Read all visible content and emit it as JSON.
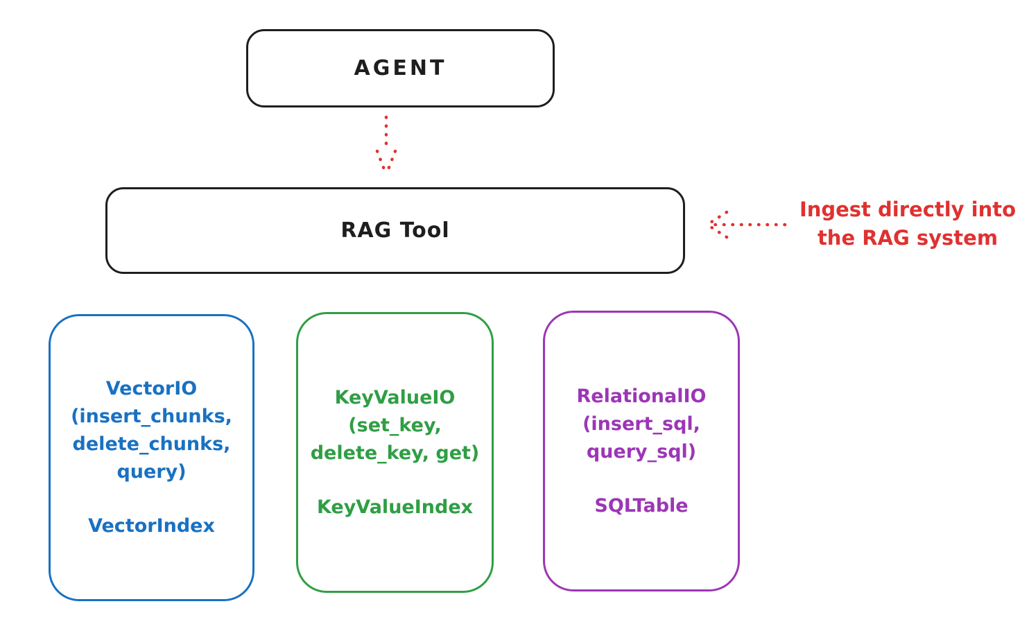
{
  "colors": {
    "stroke_black": "#1e1e1e",
    "arrow_red": "#e03131",
    "vector_blue": "#1971c2",
    "keyvalue_green": "#2f9e44",
    "relational_purple": "#9c36b5",
    "background": "#ffffff"
  },
  "nodes": {
    "agent": {
      "label": "AGENT"
    },
    "rag_tool": {
      "label": "RAG Tool"
    },
    "vector_io": {
      "lines": [
        "VectorIO",
        "(insert_chunks,",
        "delete_chunks,",
        "query)"
      ],
      "index_label": "VectorIndex",
      "color": "#1971c2"
    },
    "key_value_io": {
      "lines": [
        "KeyValueIO",
        "(set_key,",
        "delete_key, get)"
      ],
      "index_label": "KeyValueIndex",
      "color": "#2f9e44"
    },
    "relational_io": {
      "lines": [
        "RelationalIO",
        "(insert_sql,",
        "query_sql)"
      ],
      "index_label": "SQLTable",
      "color": "#9c36b5"
    }
  },
  "annotation": {
    "text_line1": "Ingest directly into",
    "text_line2": "the RAG system",
    "color": "#e03131"
  },
  "edges": [
    {
      "from": "AGENT",
      "to": "RAG Tool",
      "style": "dotted",
      "color": "#e03131",
      "direction": "down"
    },
    {
      "from": "Ingest annotation",
      "to": "RAG Tool",
      "style": "dotted",
      "color": "#e03131",
      "direction": "left"
    }
  ]
}
